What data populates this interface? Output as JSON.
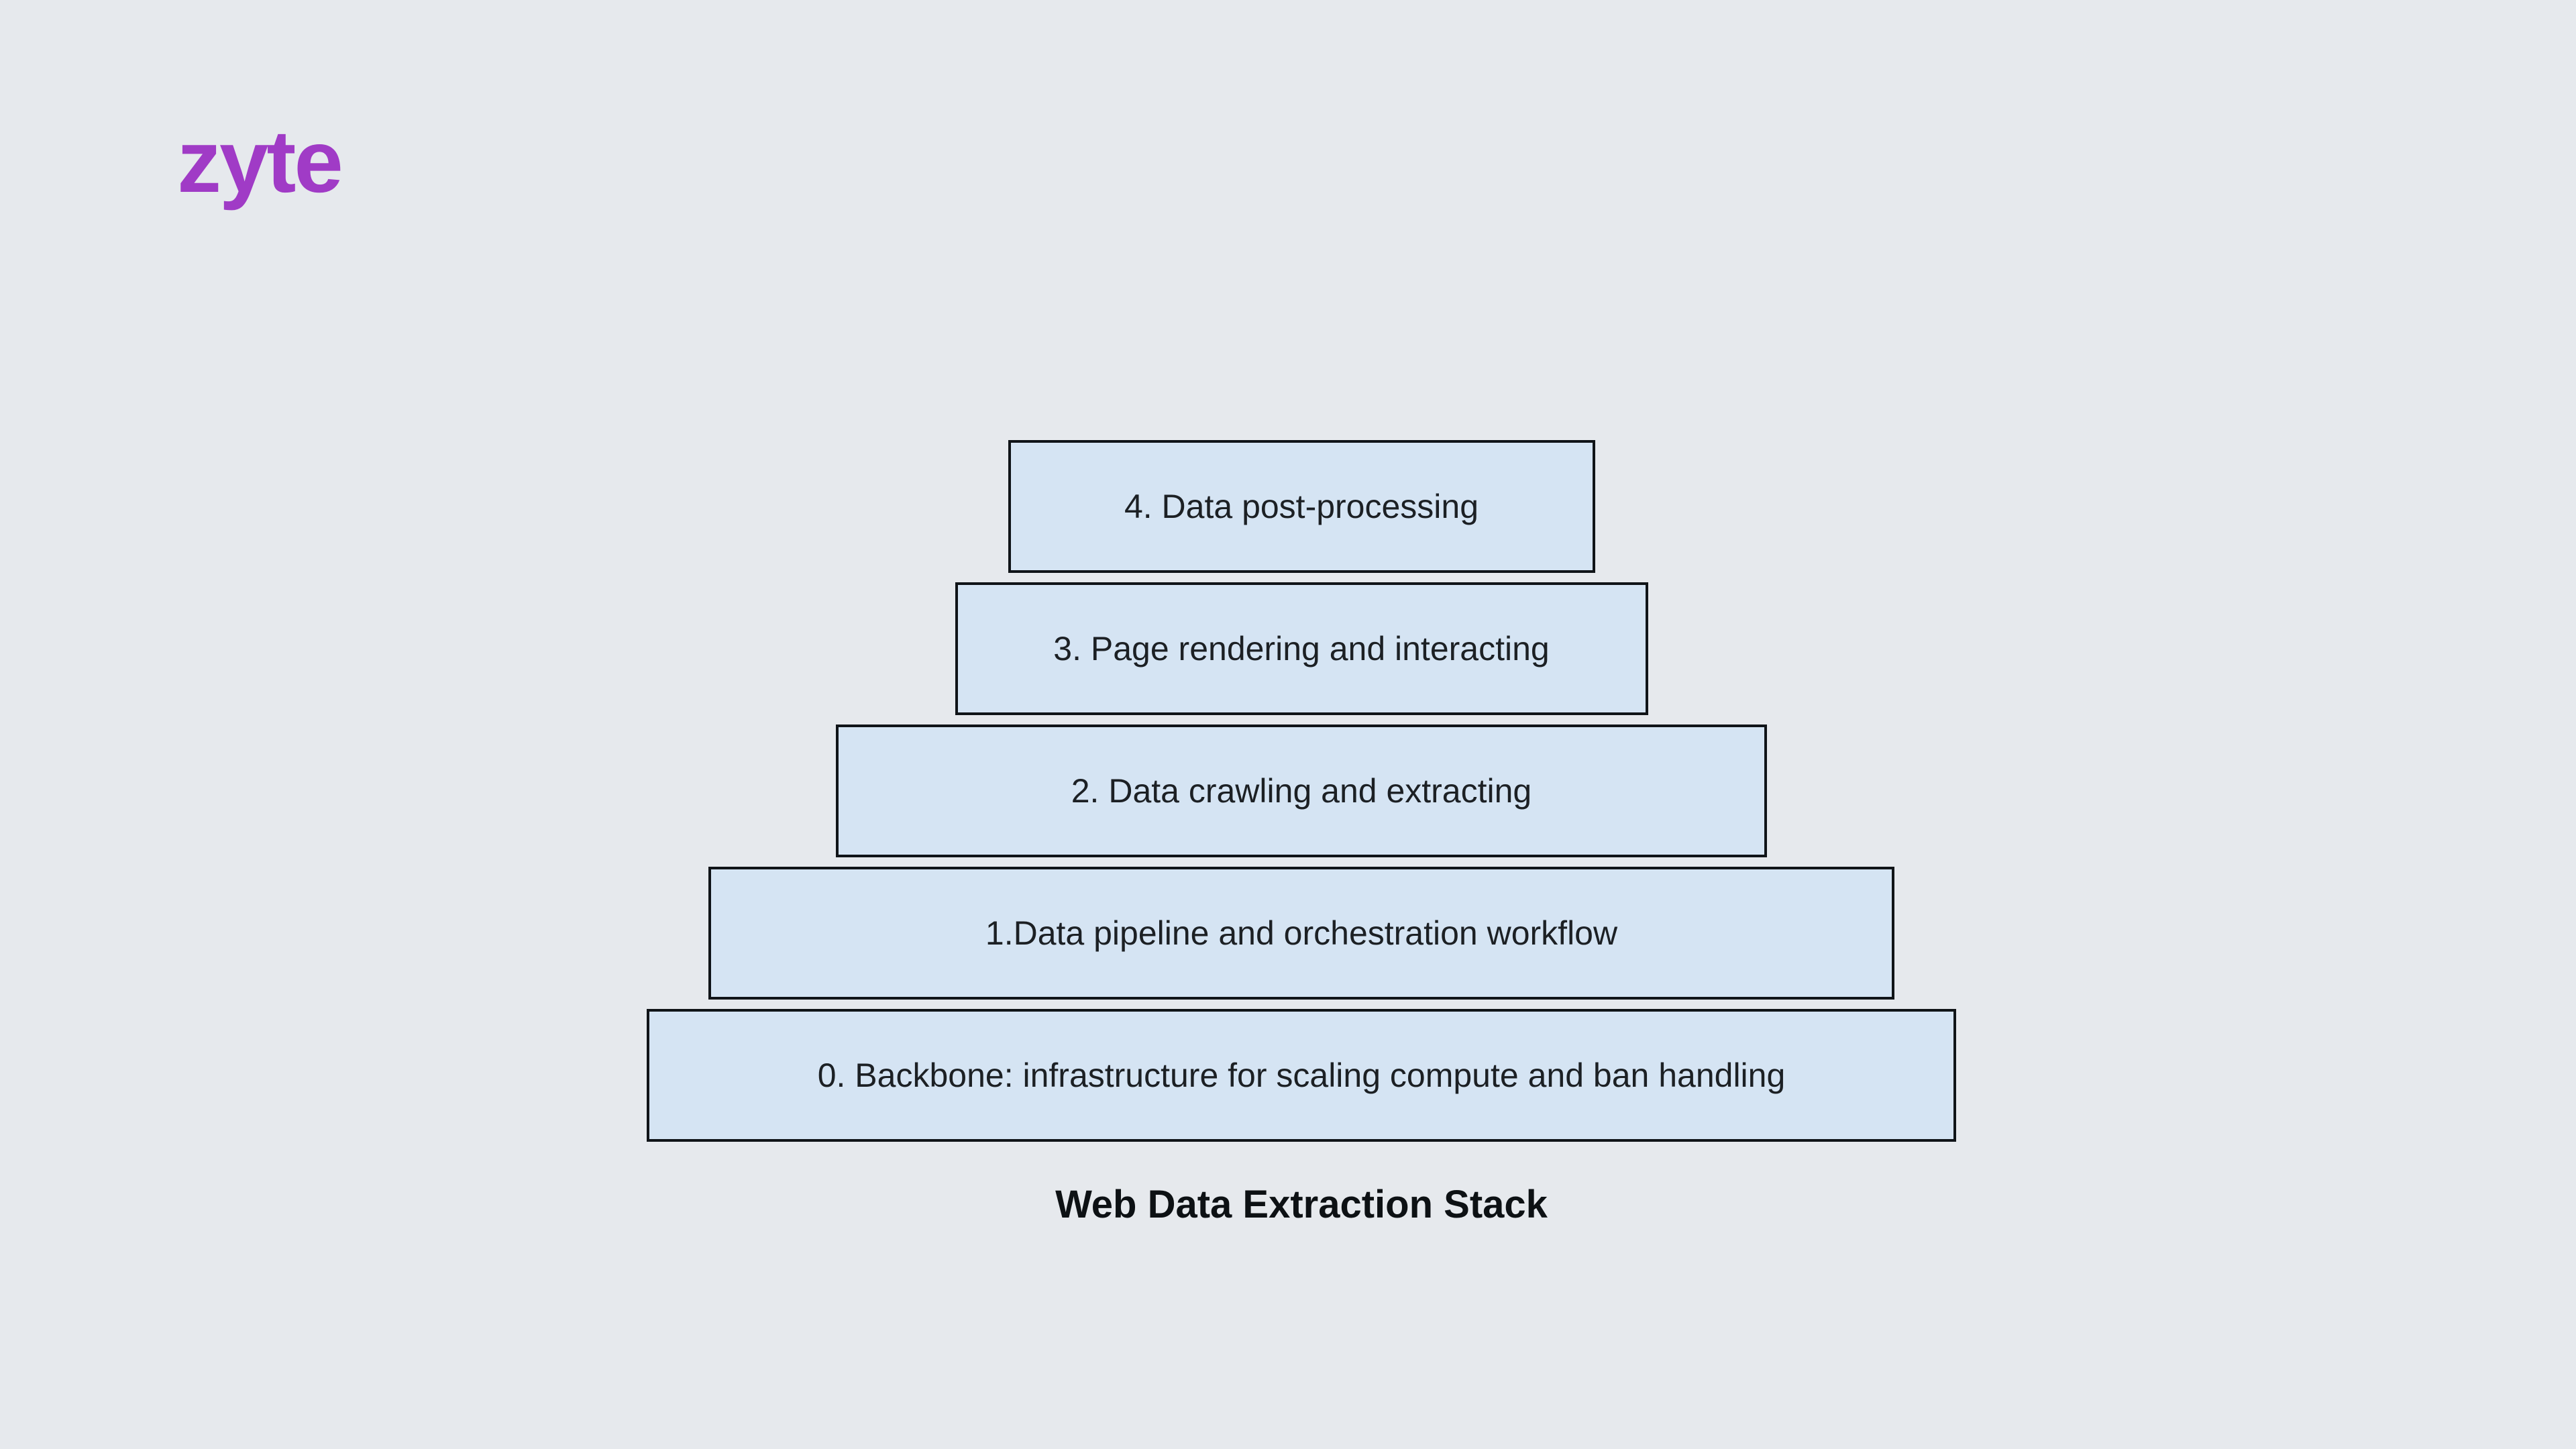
{
  "theme": {
    "bg": "#e6e9ed",
    "brand": "#a03bc6",
    "box-fill": "#d5e4f3",
    "box-border": "#101418"
  },
  "logo": {
    "text": "zyte"
  },
  "diagram": {
    "caption": "Web Data Extraction Stack",
    "layers": [
      {
        "level": "4",
        "label": "4. Data post-processing"
      },
      {
        "level": "3",
        "label": "3. Page rendering and interacting"
      },
      {
        "level": "2",
        "label": "2. Data crawling and extracting"
      },
      {
        "level": "1",
        "label": "1.Data pipeline and orchestration workflow"
      },
      {
        "level": "0",
        "label": "0. Backbone: infrastructure for scaling compute and ban handling"
      }
    ]
  }
}
